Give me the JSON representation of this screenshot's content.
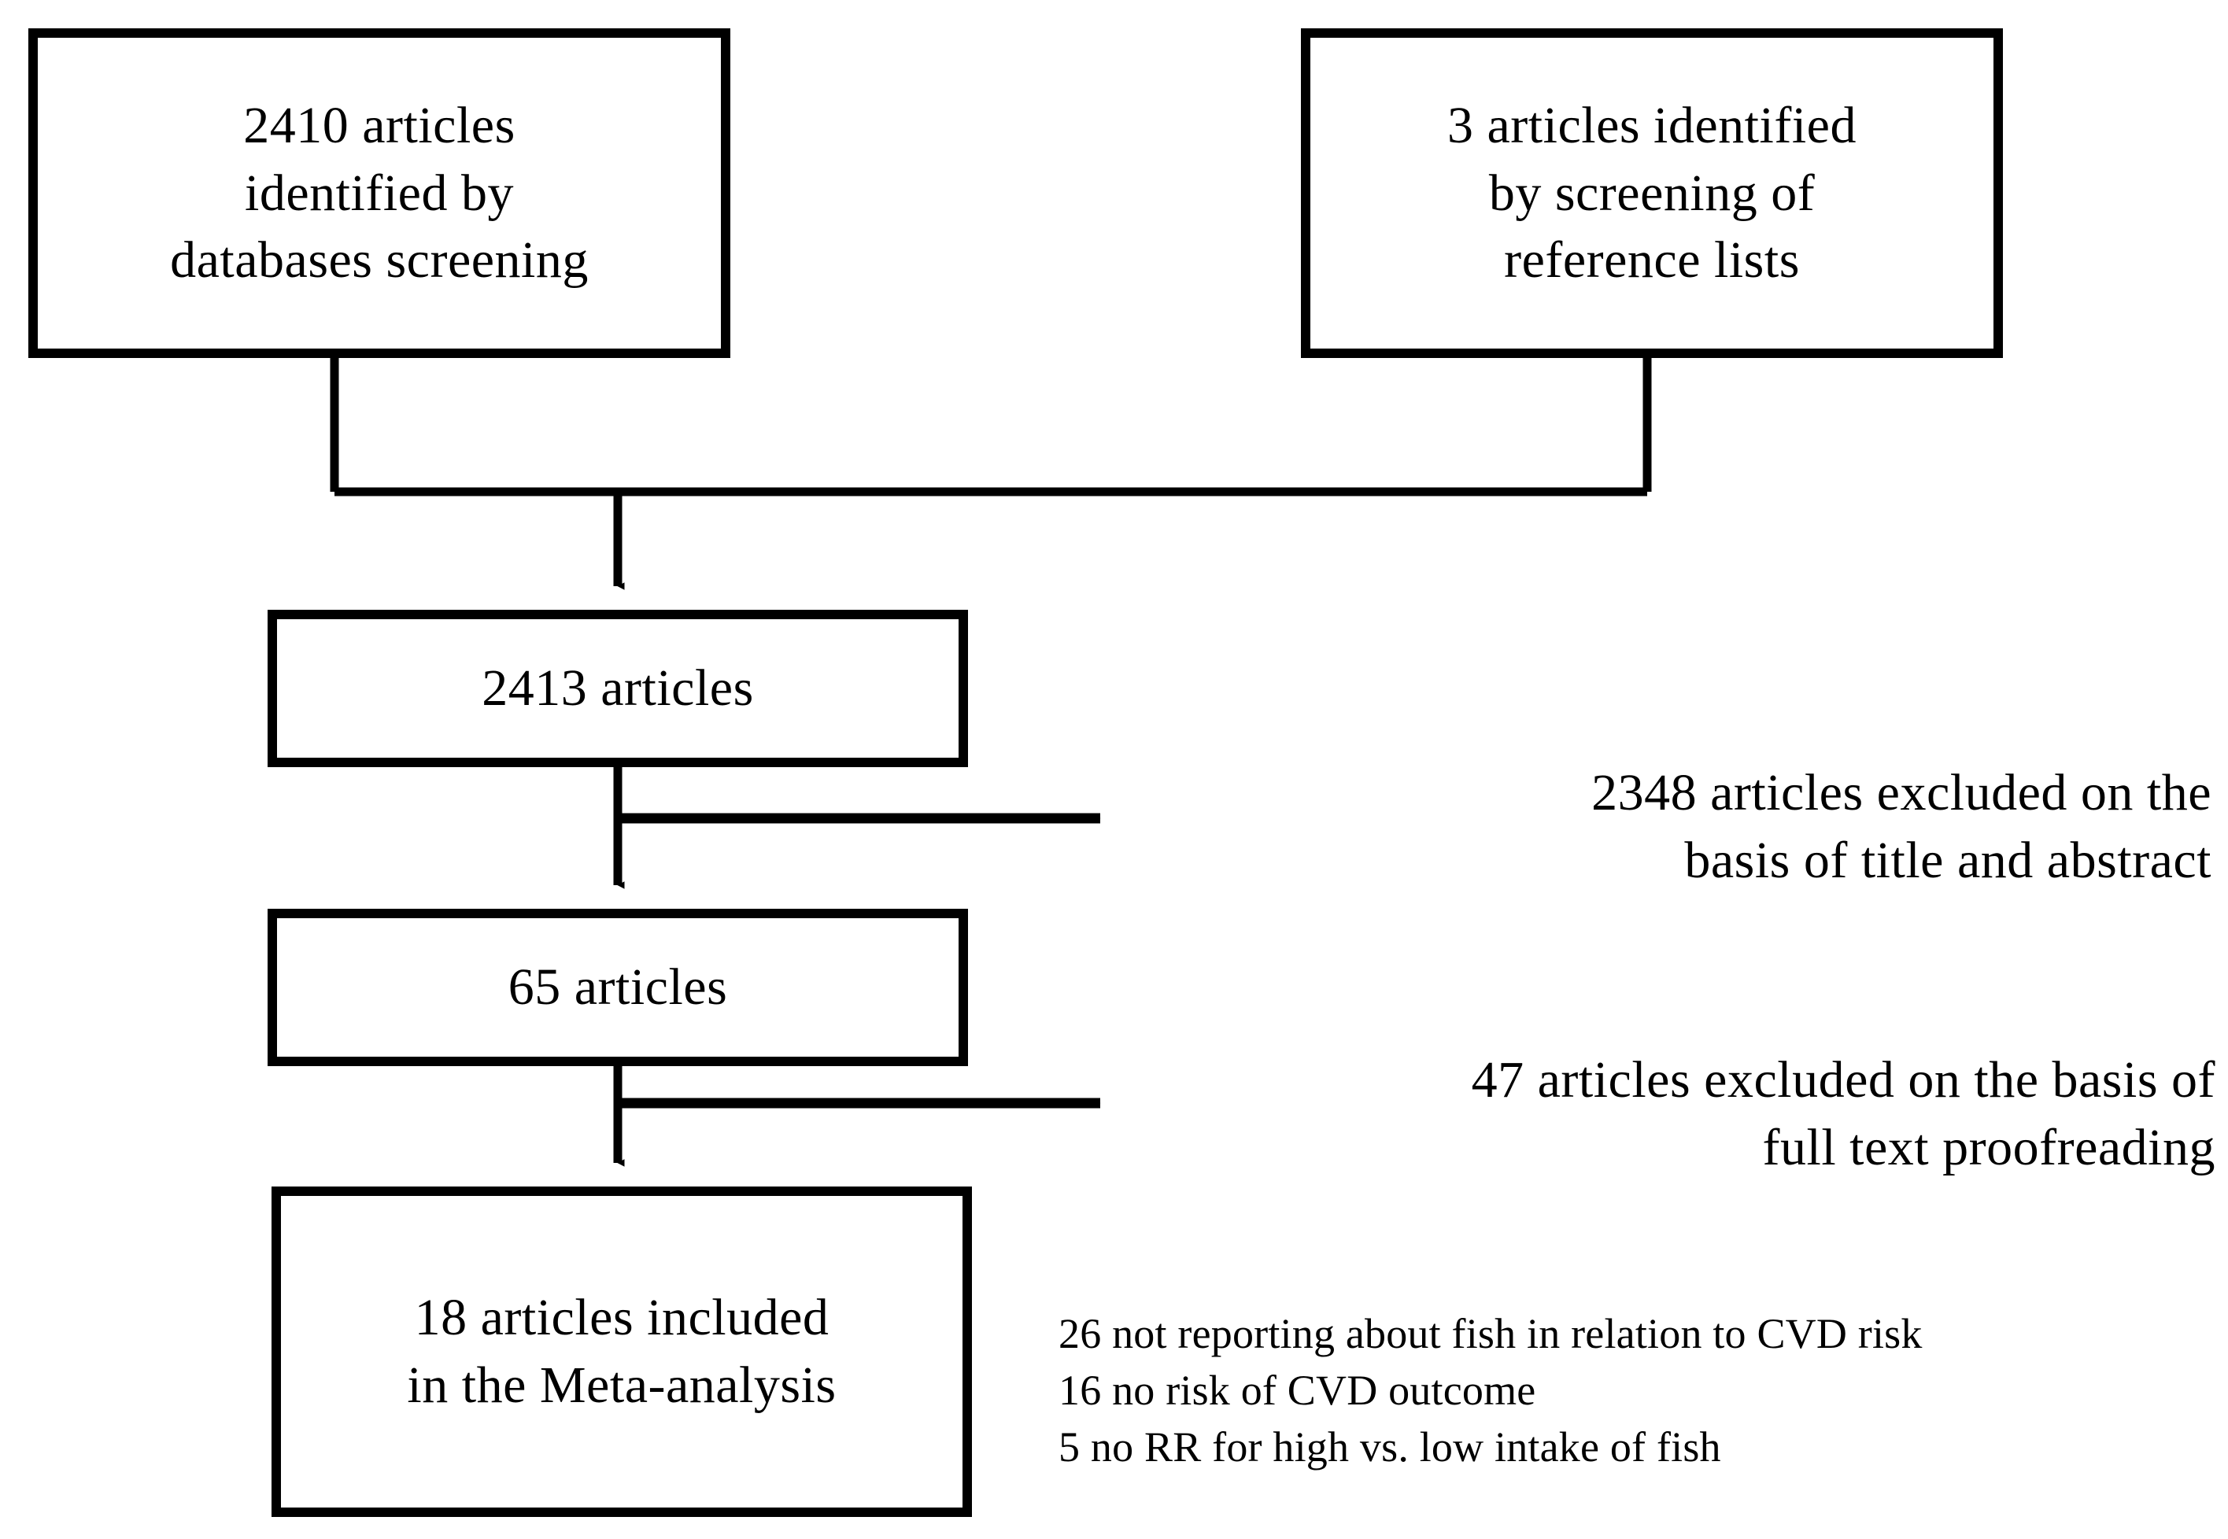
{
  "diagram": {
    "type": "prisma-flow-diagram",
    "boxes": {
      "sources": "2410 articles\nidentified by\ndatabases screening",
      "references": "3 articles identified\nby screening of\nreference lists",
      "total": "2413 articles",
      "screened": "65 articles",
      "included": "18 articles included\nin the Meta-analysis"
    },
    "exclusions": {
      "title_abstract": "2348 articles excluded on the\nbasis of title and abstract",
      "full_text": "47 articles excluded on the basis of\nfull text proofreading"
    },
    "reasons": [
      "26 not reporting about fish in relation to CVD risk",
      "16 no risk of CVD outcome",
      "5 no RR for high vs. low intake of fish"
    ],
    "colors": {
      "stroke": "#000000",
      "background": "#ffffff",
      "text": "#000000"
    }
  }
}
